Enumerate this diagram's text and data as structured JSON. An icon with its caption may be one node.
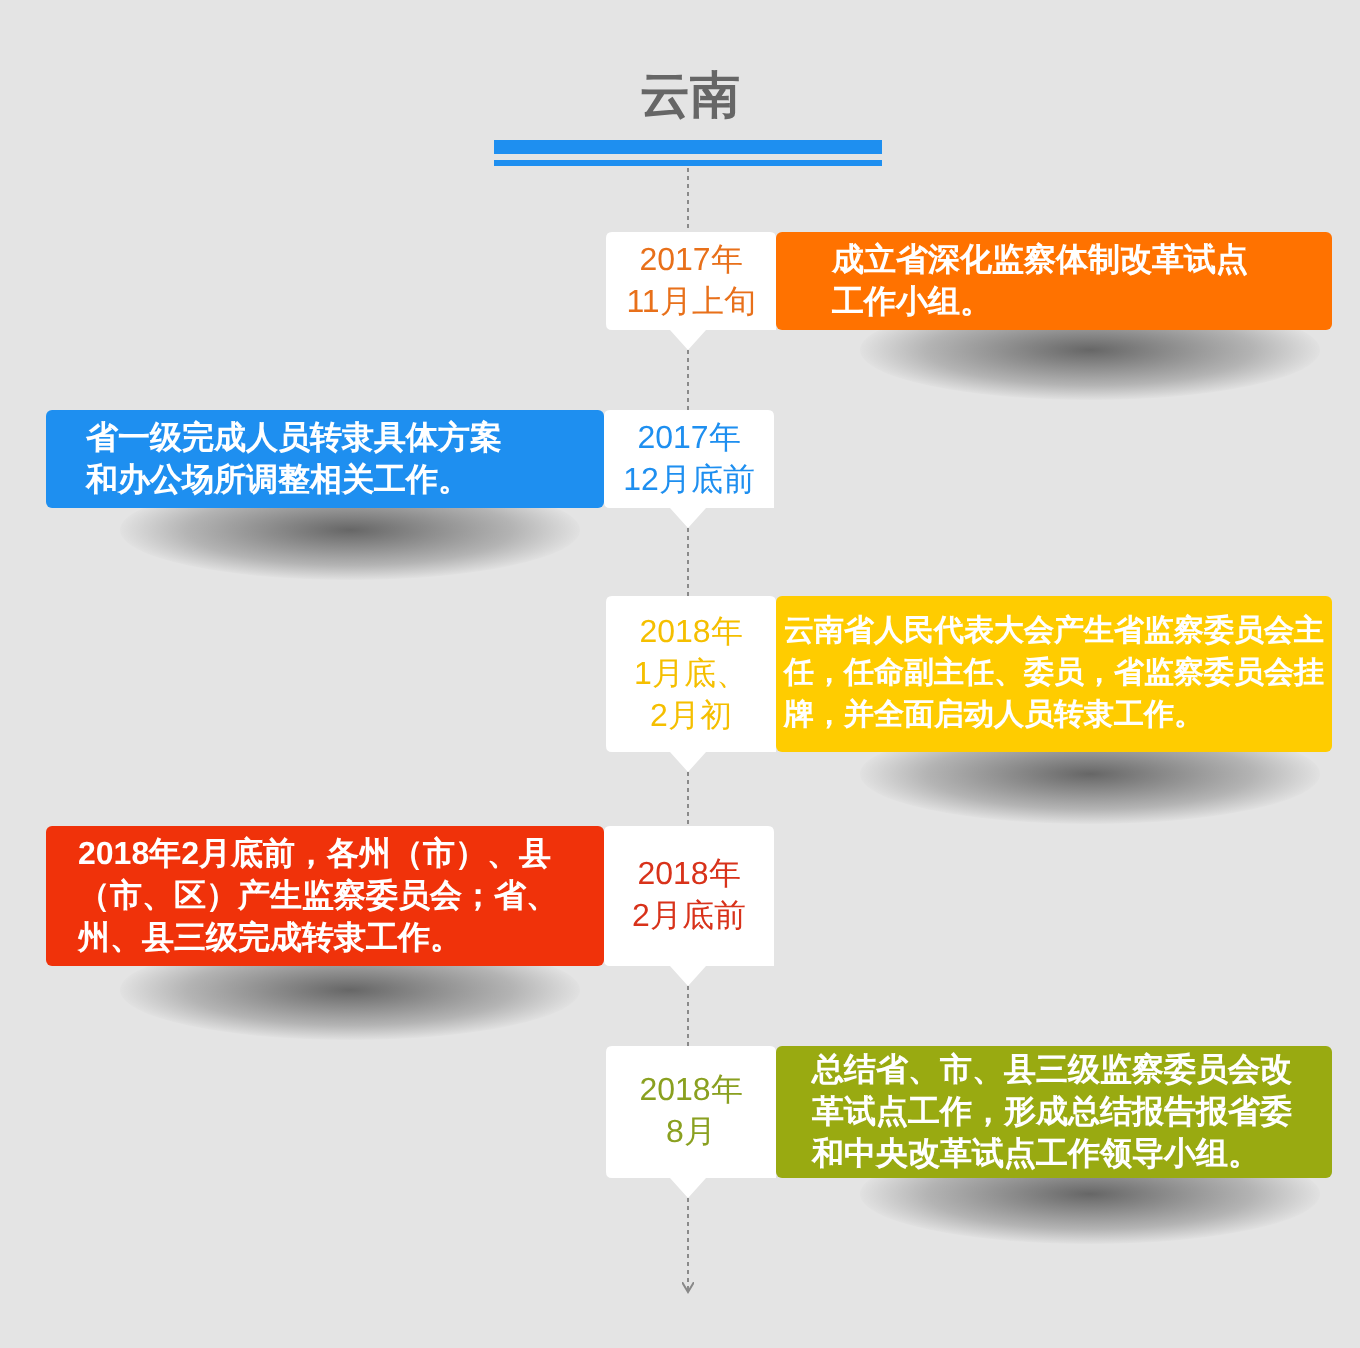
{
  "diagram": {
    "title": "云南",
    "nodes": [
      {
        "text": [],
        "shape": "bar"
      },
      {
        "text": [
          "2017年11月上旬"
        ]
      },
      {
        "text": [
          "成立省深化监察体制改革试点工作小组。"
        ]
      },
      {
        "text": [
          "省一级完成人员转隶具体方案和办公场所调整相关工作。"
        ]
      },
      {
        "text": [
          "2017年12月底前"
        ]
      },
      {
        "text": [
          "2018年1月底、2月初"
        ]
      },
      {
        "text": [
          "云南省人民代表大会产生省监察委员会主任，任命副主任、委员，省监察委员会挂牌，并全面启动人员转隶工作。"
        ]
      },
      {
        "text": [
          "2018年2月底前，各州（市）、县（市、区）产生监察委员会；省、州、县三级完成转隶工作。"
        ]
      },
      {
        "text": [
          "2018年2月底前"
        ]
      },
      {
        "text": [
          "2018年8月"
        ]
      },
      {
        "text": [
          "总结省、市、县三级监察委员会改革试点工作，形成总结报告报省委和中央改革试点工作领导小组。"
        ]
      }
    ],
    "edges": [
      {
        "from": 0,
        "to": 1,
        "arrow": "none",
        "style": "dashed"
      },
      {
        "from": 1,
        "to": 4,
        "arrow": "none",
        "style": "dashed"
      },
      {
        "from": 4,
        "to": 5,
        "arrow": "none",
        "style": "dashed"
      },
      {
        "from": 5,
        "to": 8,
        "arrow": "none",
        "style": "dashed"
      },
      {
        "from": 8,
        "to": 9,
        "arrow": "none",
        "style": "dashed"
      },
      {
        "from": 9,
        "to": null,
        "arrow": "to",
        "style": "dashed"
      }
    ]
  }
}
